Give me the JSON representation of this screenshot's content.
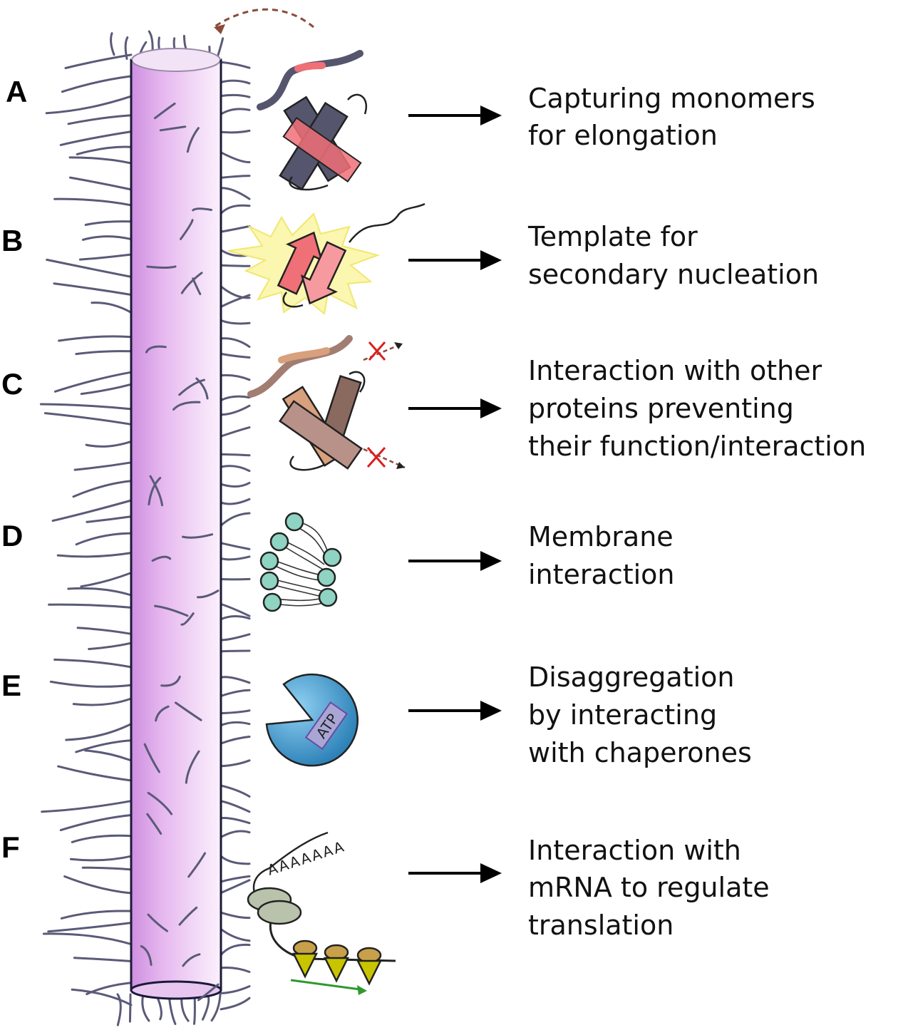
{
  "panels": [
    {
      "letter": "A",
      "lines": [
        "Capturing monomers",
        "for elongation"
      ]
    },
    {
      "letter": "B",
      "lines": [
        "Template for",
        "secondary nucleation"
      ]
    },
    {
      "letter": "C",
      "lines": [
        "Interaction with other",
        "proteins preventing",
        "their function/interaction"
      ]
    },
    {
      "letter": "D",
      "lines": [
        "Membrane",
        "interaction"
      ]
    },
    {
      "letter": "E",
      "lines": [
        "Disaggregation",
        "by interacting",
        "with chaperones"
      ]
    },
    {
      "letter": "F",
      "lines": [
        "Interaction with",
        "mRNA to regulate",
        "translation"
      ]
    }
  ],
  "icons": {
    "atp_label": "ATP",
    "polya_label": "AAAAAAA"
  },
  "colors": {
    "fibril": "#e3b3ec",
    "fibril_edge": "#1a1a3a",
    "fuzzy_coat": "#5a5a78",
    "monomer_dark": "#55556e",
    "monomer_red": "#f07078",
    "partner_brown": "#a27d72",
    "partner_tan": "#d8a07c",
    "lipid": "#8fd3c2",
    "chaperone": "#4aa3d6",
    "ribosome_small": "#b9c2ab",
    "ribosome_yellow": "#c8c400",
    "arrow_green": "#2e9a2e",
    "cross_red": "#d92020"
  }
}
